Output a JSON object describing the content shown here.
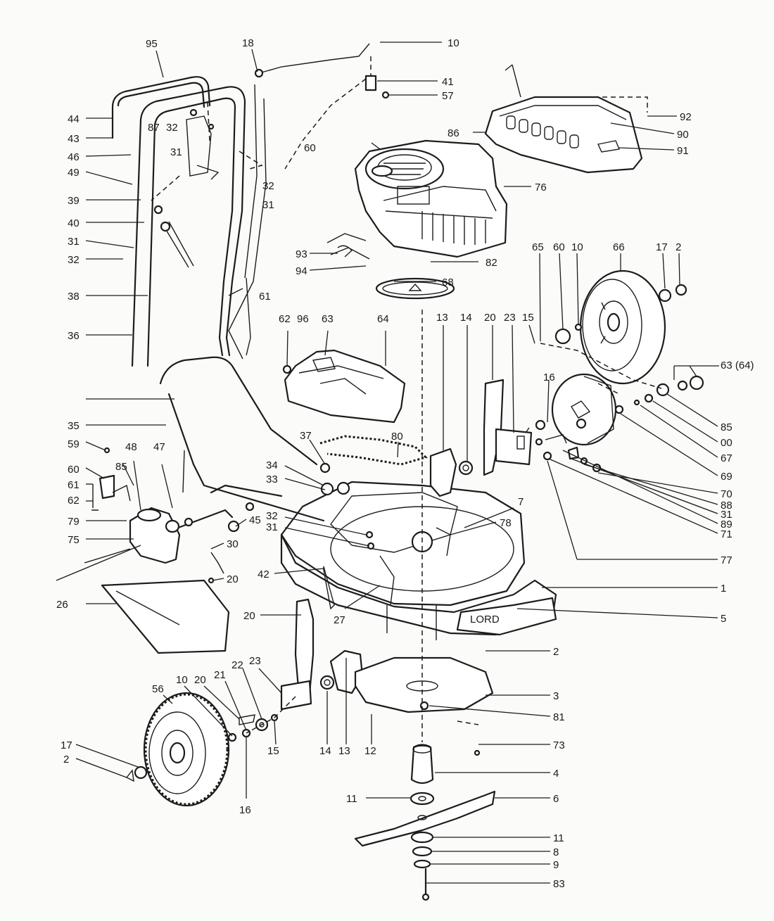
{
  "colors": {
    "line": "#1c1c1c",
    "paper": "#fbfbf9"
  },
  "labels": {
    "l95": "95",
    "l18": "18",
    "l10top": "10",
    "l41": "41",
    "l57": "57",
    "l92": "92",
    "l90": "90",
    "l91": "91",
    "l86": "86",
    "l76": "76",
    "l44": "44",
    "l43": "43",
    "l87": "87",
    "l32a": "32",
    "l46": "46",
    "l31a": "31",
    "l60top": "60",
    "l32b": "32",
    "l31b": "31",
    "l49": "49",
    "l39": "39",
    "l40": "40",
    "l31c": "31",
    "l32c": "32",
    "l38": "38",
    "l36": "36",
    "l93": "93",
    "l94": "94",
    "l82": "82",
    "l68": "68",
    "l61top": "61",
    "l62top": "62",
    "l96": "96",
    "l63": "63",
    "l64": "64",
    "l13a": "13",
    "l14a": "14",
    "l20a": "20",
    "l23a": "23",
    "l15a": "15",
    "l65": "65",
    "l60w": "60",
    "l10w": "10",
    "l66": "66",
    "l17a": "17",
    "l2a": "2",
    "l6364": "63 (64)",
    "l16a": "16",
    "l85r": "85",
    "l00": "00",
    "l67": "67",
    "l69": "69",
    "l70": "70",
    "l88": "88",
    "l31r": "31",
    "l89": "89",
    "l71": "71",
    "l77": "77",
    "l35": "35",
    "l59": "59",
    "l48": "48",
    "l47": "47",
    "l85l": "85",
    "l37": "37",
    "l80": "80",
    "l34": "34",
    "l33": "33",
    "l7": "7",
    "l78": "78",
    "l60l": "60",
    "l61l": "61",
    "l62l": "62",
    "l79": "79",
    "l75": "75",
    "l45": "45",
    "l32d": "32",
    "l31d": "31",
    "l30": "30",
    "l20b": "20",
    "l42": "42",
    "l1": "1",
    "l5": "5",
    "l26": "26",
    "l20c": "20",
    "l27": "27",
    "l2b": "2",
    "l23b": "23",
    "l22": "22",
    "l21": "21",
    "l20d": "20",
    "l10b": "10",
    "l56": "56",
    "l15b": "15",
    "l14b": "14",
    "l13b": "13",
    "l12": "12",
    "l3": "3",
    "l81": "81",
    "l73": "73",
    "l17b": "17",
    "l2c": "2",
    "l16b": "16",
    "l4": "4",
    "l11a": "11",
    "l6": "6",
    "l11b": "11",
    "l8": "8",
    "l9": "9",
    "l83": "83"
  },
  "brand_plate": "LORD"
}
